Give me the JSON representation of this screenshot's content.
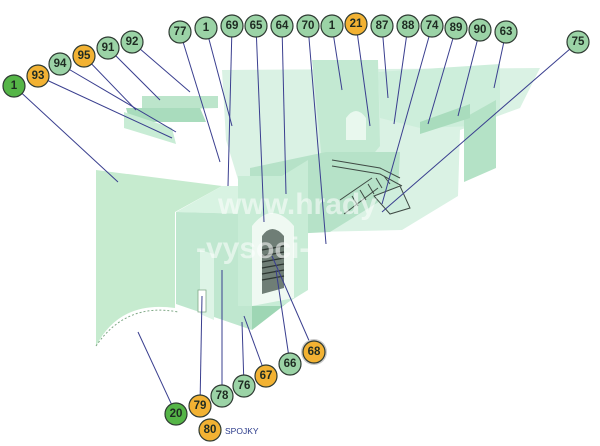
{
  "colors": {
    "badge_green": "#9bd3a6",
    "badge_dark_green": "#55b547",
    "badge_orange": "#f2b233",
    "badge_stroke": "#2f3b33",
    "leader_line": "#3a3f8f",
    "wall_light": "#cfeedd",
    "wall_mid": "#a9dcbd",
    "wall_dark": "#8ccaa4"
  },
  "watermark": {
    "line1": "www.hrady",
    "line2": "-vysoci-vejoky.cz"
  },
  "legend": {
    "label": "SPOJKY"
  },
  "badges": [
    {
      "label": "1",
      "kind": "dark_green"
    },
    {
      "label": "93",
      "kind": "orange"
    },
    {
      "label": "94",
      "kind": "green"
    },
    {
      "label": "95",
      "kind": "orange"
    },
    {
      "label": "91",
      "kind": "green"
    },
    {
      "label": "92",
      "kind": "green"
    },
    {
      "label": "77",
      "kind": "green"
    },
    {
      "label": "1",
      "kind": "green"
    },
    {
      "label": "69",
      "kind": "green"
    },
    {
      "label": "65",
      "kind": "green"
    },
    {
      "label": "64",
      "kind": "green"
    },
    {
      "label": "70",
      "kind": "green"
    },
    {
      "label": "1",
      "kind": "green"
    },
    {
      "label": "21",
      "kind": "orange"
    },
    {
      "label": "87",
      "kind": "green"
    },
    {
      "label": "88",
      "kind": "green"
    },
    {
      "label": "74",
      "kind": "green"
    },
    {
      "label": "89",
      "kind": "green"
    },
    {
      "label": "90",
      "kind": "green"
    },
    {
      "label": "63",
      "kind": "green"
    },
    {
      "label": "75",
      "kind": "green"
    },
    {
      "label": "68",
      "kind": "orange"
    },
    {
      "label": "66",
      "kind": "green"
    },
    {
      "label": "67",
      "kind": "orange"
    },
    {
      "label": "76",
      "kind": "green"
    },
    {
      "label": "78",
      "kind": "green"
    },
    {
      "label": "79",
      "kind": "orange"
    },
    {
      "label": "20",
      "kind": "dark_green"
    },
    {
      "label": "80",
      "kind": "orange"
    }
  ]
}
